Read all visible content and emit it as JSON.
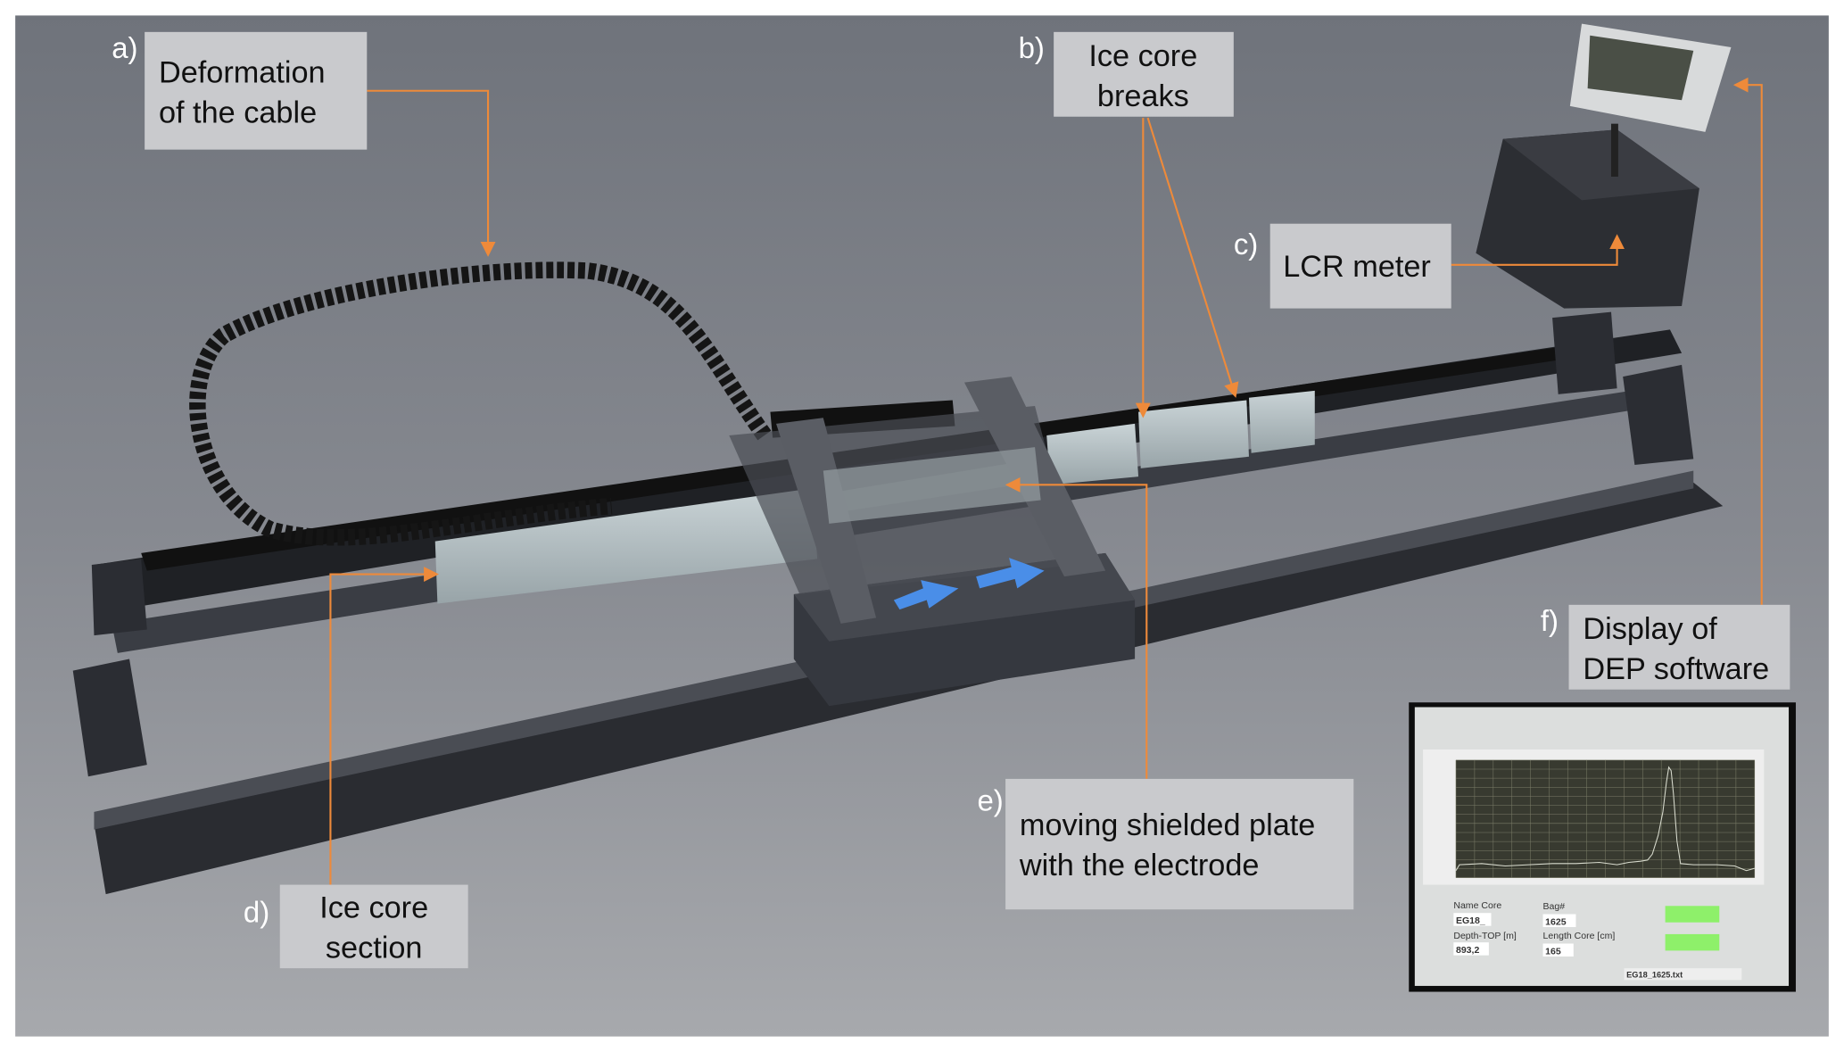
{
  "labels": {
    "a": {
      "letter": "a)",
      "line1": "Deformation",
      "line2": "of the cable"
    },
    "b": {
      "letter": "b)",
      "line1": "Ice core",
      "line2": "breaks"
    },
    "c": {
      "letter": "c)",
      "line1": "LCR meter"
    },
    "d": {
      "letter": "d)",
      "line1": "Ice core",
      "line2": "section"
    },
    "e": {
      "letter": "e)",
      "line1": "moving shielded plate",
      "line2": "with the electrode"
    },
    "f": {
      "letter": "f)",
      "line1": "Display of",
      "line2": "DEP software"
    }
  },
  "software": {
    "name_core_label": "Name Core",
    "name_core_value": "EG18_",
    "bag_label": "Bag#",
    "bag_value": "1625",
    "depth_label": "Depth-TOP [m]",
    "depth_value": "893,2",
    "length_label": "Length Core [cm]",
    "length_value": "165",
    "filename_value": "EG18_1625.txt"
  },
  "colors": {
    "arrow": "#ee8a3a",
    "motion_arrow": "#4a8ee8",
    "label_box": "#c9cacd",
    "button": "#8ef06a"
  }
}
